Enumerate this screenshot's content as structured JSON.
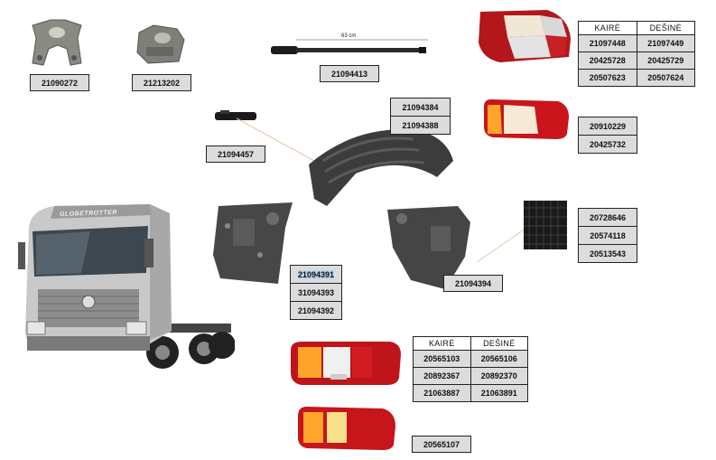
{
  "parts": {
    "bracket_a": "21090272",
    "bracket_b": "21213202",
    "rod": "21094413",
    "rod_dim": "63 cm",
    "clip": "21094457",
    "mudguard_codes": [
      "21094384",
      "21094388"
    ],
    "left_panel_codes": [
      "21094391",
      "31094393",
      "21094392"
    ],
    "right_panel": "21094394",
    "mesh_codes": [
      "20728646",
      "20574118",
      "20513543"
    ],
    "tail_lamp_top_codes": [
      "20910229",
      "20425732"
    ],
    "tail_lamp_small": "20565107"
  },
  "table_top": {
    "headers": [
      "KAIRĖ",
      "DEŠINĖ"
    ],
    "rows": [
      [
        "21097448",
        "21097449"
      ],
      [
        "20425728",
        "20425729"
      ],
      [
        "20507623",
        "20507624"
      ]
    ]
  },
  "table_bottom": {
    "headers": [
      "KAIRĖ",
      "DEŠINĖ"
    ],
    "rows": [
      [
        "20565103",
        "20565106"
      ],
      [
        "20892367",
        "20892370"
      ],
      [
        "21063887",
        "21063891"
      ]
    ]
  },
  "truck_badge": "GLOBETROTTER"
}
